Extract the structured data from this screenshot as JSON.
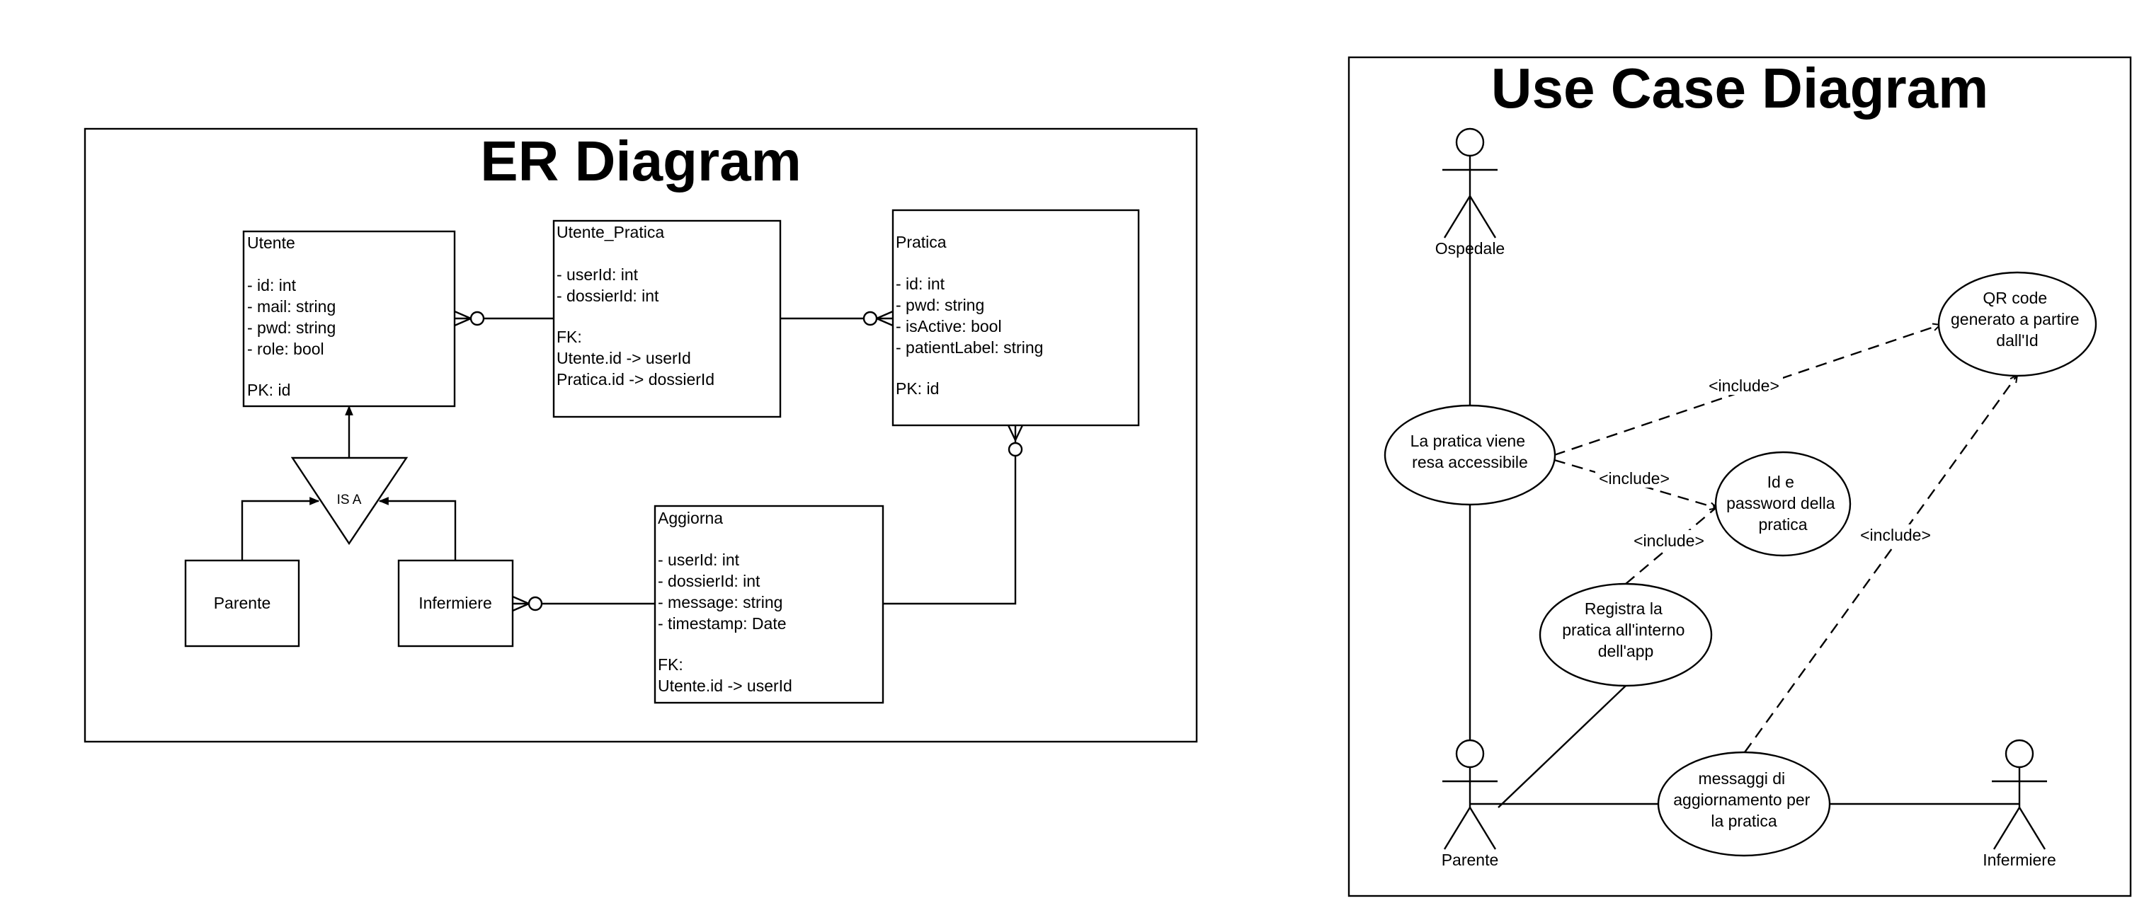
{
  "er": {
    "title": "ER Diagram",
    "entities": {
      "utente": [
        "Utente",
        "",
        "- id: int",
        "- mail: string",
        "- pwd: string",
        "- role: bool",
        "",
        "PK: id"
      ],
      "utente_pratica": [
        "Utente_Pratica",
        "",
        "- userId: int",
        "- dossierId: int",
        "",
        "FK:",
        "Utente.id -> userId",
        "Pratica.id -> dossierId"
      ],
      "pratica": [
        "Pratica",
        "",
        "- id: int",
        "- pwd: string",
        "- isActive: bool",
        "- patientLabel: string",
        "",
        "PK: id"
      ],
      "aggiorna": [
        "Aggiorna",
        "",
        "- userId: int",
        "- dossierId: int",
        "- message: string",
        "- timestamp: Date",
        "",
        "FK:",
        "Utente.id -> userId"
      ]
    },
    "isa_label": "IS A",
    "parente": "Parente",
    "infermiere": "Infermiere"
  },
  "usecase": {
    "title": "Use Case Diagram",
    "actors": {
      "ospedale": "Ospedale",
      "parente": "Parente",
      "infermiere": "Infermiere"
    },
    "cases": {
      "accessibile": [
        "La pratica viene",
        "resa accessibile"
      ],
      "qr": [
        "QR  code",
        "generato a partire",
        "dall'Id"
      ],
      "idpwd": [
        "Id e",
        "password della",
        "pratica"
      ],
      "registra": [
        "Registra la",
        "pratica all'interno",
        "dell'app"
      ],
      "messaggi": [
        "messaggi di",
        "aggiornamento per",
        "la pratica"
      ]
    },
    "include_label": "<include>"
  }
}
